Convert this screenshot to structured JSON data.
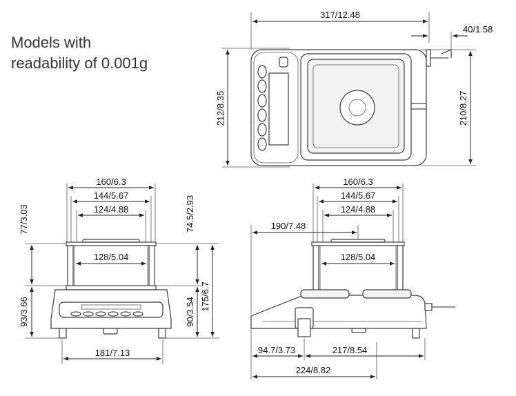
{
  "title": {
    "line1": "Models with",
    "line2": "readability of 0.001g"
  },
  "top_view": {
    "width_label": "317/12.48",
    "offset_label": "40/1.58",
    "depth_left_label": "212/8.35",
    "depth_right_label": "210/8.27"
  },
  "front_view": {
    "w_outer": "160/6.3",
    "w_mid": "144/5.67",
    "w_inner": "124/4.88",
    "w_pan": "128/5.04",
    "w_base": "181/7.13",
    "h_upper": "77/3.03",
    "h_lower": "93/3.66",
    "h_shield": "74.5/2.93",
    "h_base": "90/3.54",
    "h_total": "175/6.7"
  },
  "side_view": {
    "w_outer": "160/6.3",
    "w_mid": "144/5.67",
    "w_inner": "124/4.88",
    "w_pan": "128/5.04",
    "offset_top": "190/7.48",
    "bottom_left": "94.7/3.73",
    "bottom_right": "217/8.54",
    "bottom_total": "224/8.82"
  }
}
